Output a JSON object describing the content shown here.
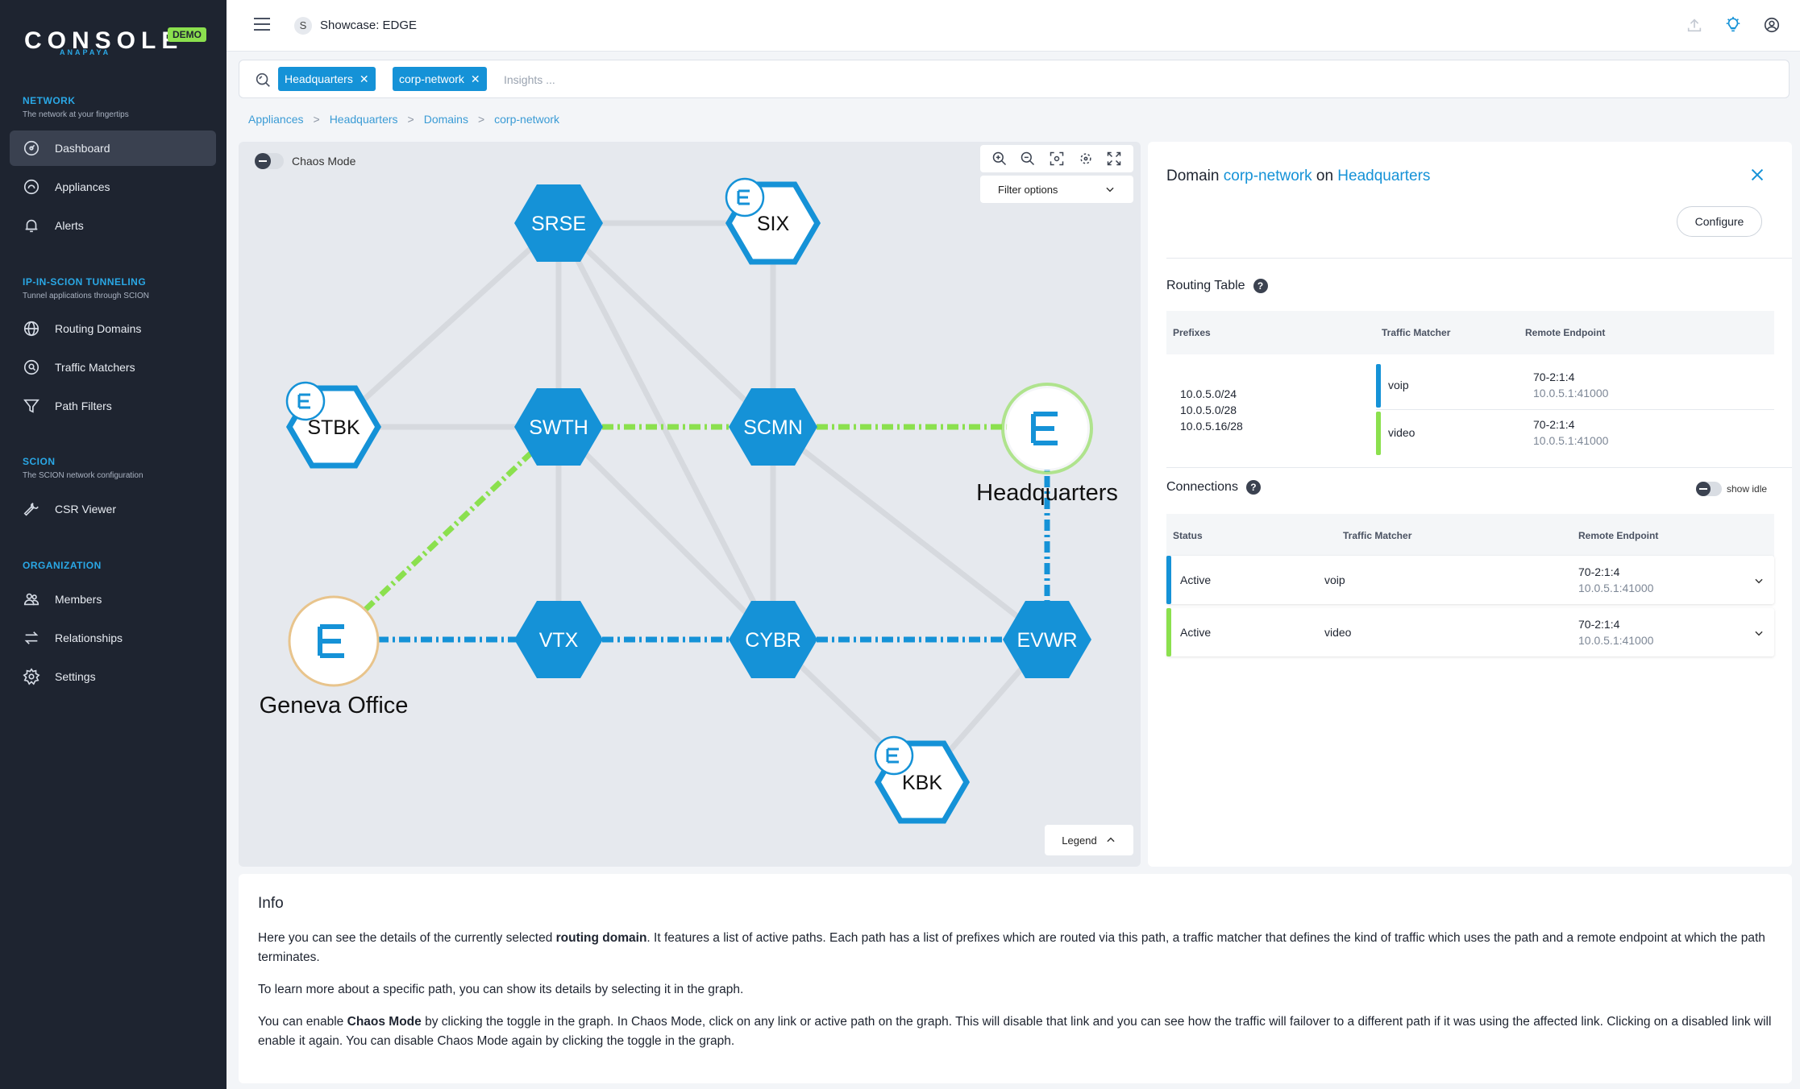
{
  "brand": {
    "logo": "CONSOLE",
    "sub": "ANAPAYA",
    "badge": "DEMO"
  },
  "sidebar": {
    "sections": [
      {
        "title": "NETWORK",
        "subtitle": "The network at your fingertips"
      },
      {
        "title": "IP-IN-SCION TUNNELING",
        "subtitle": "Tunnel applications through SCION"
      },
      {
        "title": "SCION",
        "subtitle": "The SCION network configuration"
      },
      {
        "title": "ORGANIZATION",
        "subtitle": ""
      }
    ],
    "items": [
      {
        "label": "Dashboard",
        "icon": "dashboard-icon"
      },
      {
        "label": "Appliances",
        "icon": "appliances-icon"
      },
      {
        "label": "Alerts",
        "icon": "bell-icon"
      },
      {
        "label": "Routing Domains",
        "icon": "globe-icon"
      },
      {
        "label": "Traffic Matchers",
        "icon": "search-icon"
      },
      {
        "label": "Path Filters",
        "icon": "filter-icon"
      },
      {
        "label": "CSR Viewer",
        "icon": "wrench-icon"
      },
      {
        "label": "Members",
        "icon": "members-icon"
      },
      {
        "label": "Relationships",
        "icon": "arrows-icon"
      },
      {
        "label": "Settings",
        "icon": "gear-icon"
      }
    ]
  },
  "topbar": {
    "workspace_initial": "S",
    "workspace_title": "Showcase: EDGE"
  },
  "search": {
    "chips": [
      "Headquarters",
      "corp-network"
    ],
    "placeholder": "Insights ..."
  },
  "breadcrumb": [
    "Appliances",
    "Headquarters",
    "Domains",
    "corp-network"
  ],
  "graph": {
    "chaos_label": "Chaos Mode",
    "filter_label": "Filter options",
    "legend_label": "Legend",
    "nodes": [
      "SRSE",
      "SIX",
      "STBK",
      "SWTH",
      "SCMN",
      "Headquarters",
      "Geneva Office",
      "VTX",
      "CYBR",
      "EVWR",
      "KBK"
    ]
  },
  "detail": {
    "title_prefix": "Domain",
    "domain": "corp-network",
    "title_mid": "on",
    "site": "Headquarters",
    "configure_label": "Configure",
    "routing_title": "Routing Table",
    "routing_headers": [
      "Prefixes",
      "Traffic Matcher",
      "Remote Endpoint"
    ],
    "prefixes": [
      "10.0.5.0/24",
      "10.0.5.0/28",
      "10.0.5.16/28"
    ],
    "routes": [
      {
        "matcher": "voip",
        "endpoint": "70-2:1:4",
        "endpoint_sub": "10.0.5.1:41000",
        "color": "#1592d7"
      },
      {
        "matcher": "video",
        "endpoint": "70-2:1:4",
        "endpoint_sub": "10.0.5.1:41000",
        "color": "#8be04e"
      }
    ],
    "connections_title": "Connections",
    "show_idle_label": "show idle",
    "connection_headers": [
      "Status",
      "Traffic Matcher",
      "Remote Endpoint"
    ],
    "connections": [
      {
        "status": "Active",
        "matcher": "voip",
        "endpoint": "70-2:1:4",
        "endpoint_sub": "10.0.5.1:41000",
        "color": "#1592d7"
      },
      {
        "status": "Active",
        "matcher": "video",
        "endpoint": "70-2:1:4",
        "endpoint_sub": "10.0.5.1:41000",
        "color": "#8be04e"
      }
    ]
  },
  "info": {
    "title": "Info",
    "p1_a": "Here you can see the details of the currently selected ",
    "p1_b": "routing domain",
    "p1_c": ". It features a list of active paths. Each path has a list of prefixes which are routed via this path, a traffic matcher that defines the kind of traffic which uses the path and a remote endpoint at which the path terminates.",
    "p2": "To learn more about a specific path, you can show its details by selecting it in the graph.",
    "p3_a": "You can enable ",
    "p3_b": "Chaos Mode",
    "p3_c": " by clicking the toggle in the graph. In Chaos Mode, click on any link or active path on the graph. This will disable that link and you can see how the traffic will failover to a different path if it was using the affected link. Clicking on a disabled link will enable it again. You can disable Chaos Mode again by clicking the toggle in the graph."
  },
  "colors": {
    "accent": "#1592d7",
    "green": "#8be04e",
    "sidebar": "#1e2430"
  }
}
